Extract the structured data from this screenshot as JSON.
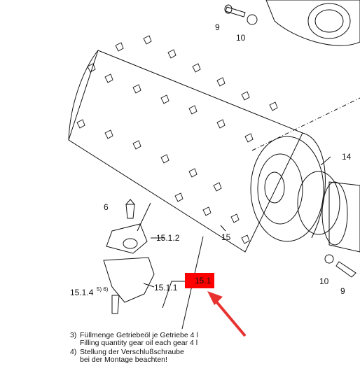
{
  "diagram": {
    "callouts": {
      "c9_top": "9",
      "c10_top": "10",
      "c14": "14",
      "c15": "15",
      "c6": "6",
      "c15_1_2": "15.1.2",
      "c15_1_1": "15.1.1",
      "c15_1_4": "15.1.4",
      "c56": "5) 6)",
      "c15_1": "15.1",
      "c10_bottom": "10",
      "c9_bottom": "9"
    },
    "notes": [
      {
        "num": "3)",
        "line1": "Füllmenge Getriebeöl je Getriebe 4 l",
        "line2": "Filling quantity gear oil each gear 4 l"
      },
      {
        "num": "4)",
        "line1": "Stellung der Verschlußschraube",
        "line2": "bei der Montage beachten!"
      }
    ]
  },
  "colors": {
    "highlight": "#ff0000",
    "arrow": "#e8322f",
    "ink": "#111111"
  }
}
